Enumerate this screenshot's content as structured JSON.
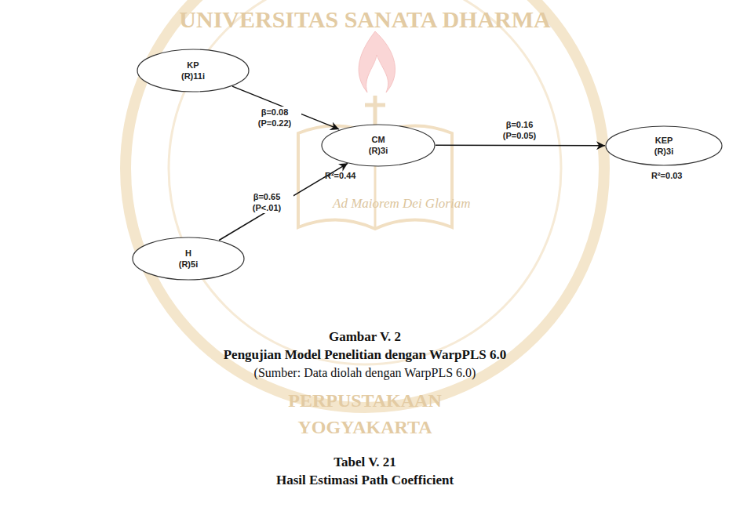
{
  "diagram": {
    "nodes": [
      {
        "text": [
          "KP",
          "(R)11i"
        ]
      },
      {
        "text": [
          "CM",
          "(R)3i"
        ]
      },
      {
        "text": [
          "KEP",
          "(R)3i"
        ]
      },
      {
        "text": [
          "H",
          "(R)5i"
        ]
      }
    ],
    "edges": [
      {
        "from": 0,
        "to": 1,
        "label": "β=0.08 (P=0.22)",
        "arrow": "to"
      },
      {
        "from": 3,
        "to": 1,
        "label": "β=0.65 (P<.01)",
        "arrow": "to"
      },
      {
        "from": 1,
        "to": 2,
        "label": "β=0.16 (P=0.05)",
        "arrow": "to"
      }
    ],
    "labels": [
      "R²=0.44",
      "R²=0.03",
      "Gambar V. 2",
      "Pengujian Model Penelitian dengan WarpPLS 6.0",
      "(Sumber: Data diolah dengan WarpPLS 6.0)",
      "Tabel V. 21",
      "Hasil Estimasi Path Coefficient",
      "UNIVERSITAS SANATA DHARMA",
      "PERPUSTAKAAN",
      "YOGYAKARTA",
      "Ad Maiorem Dei Gloriam"
    ]
  }
}
